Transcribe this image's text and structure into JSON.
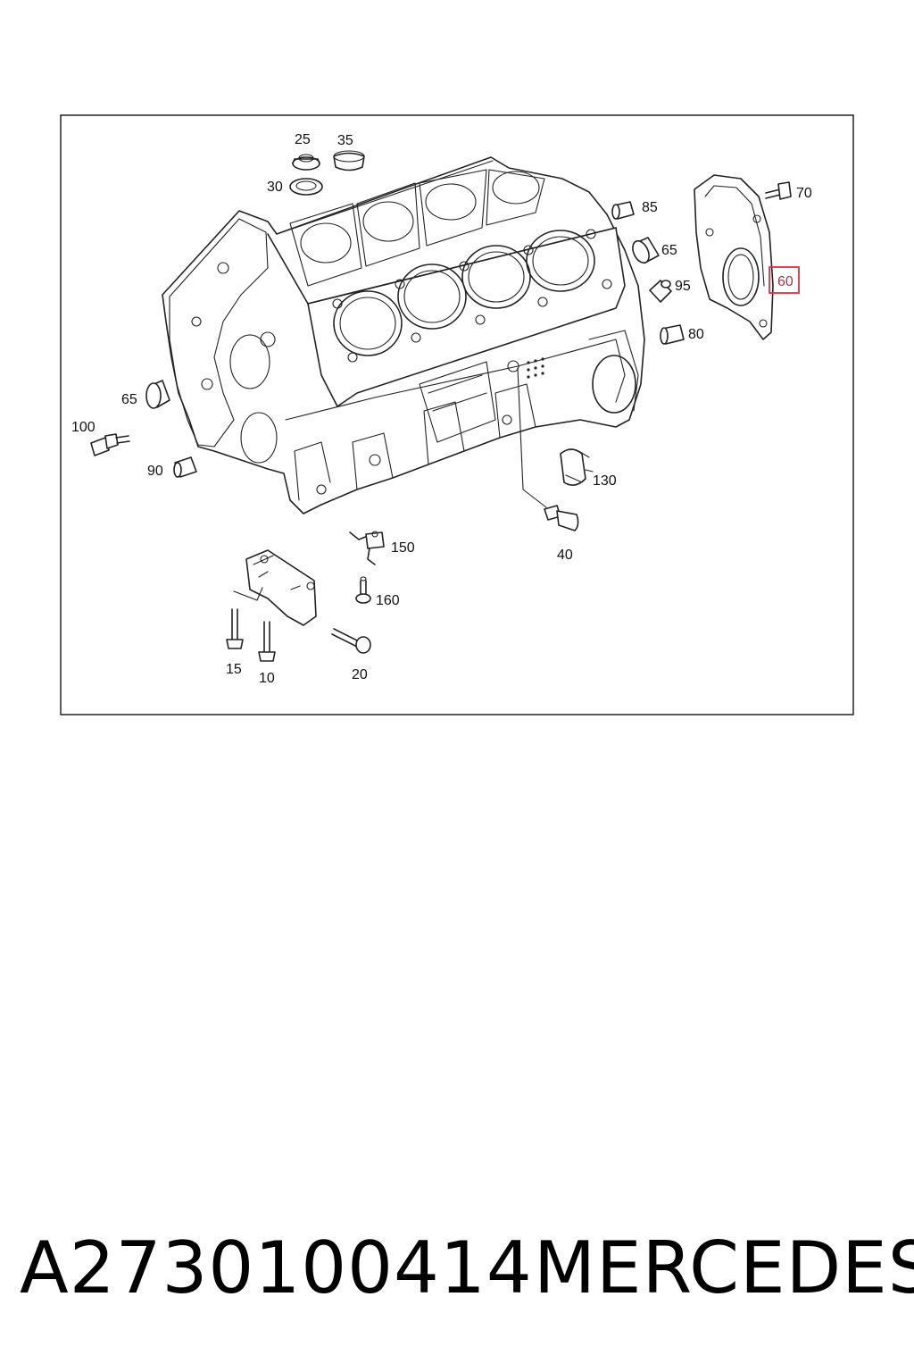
{
  "diagram": {
    "callouts": {
      "c25": "25",
      "c35": "35",
      "c30": "30",
      "c85": "85",
      "c70": "70",
      "c65a": "65",
      "c60": "60",
      "c95": "95",
      "c80": "80",
      "c65b": "65",
      "c100": "100",
      "c90": "90",
      "c130": "130",
      "c40": "40",
      "c150": "150",
      "c160": "160",
      "c15": "15",
      "c10": "10",
      "c20": "20"
    },
    "highlighted_callout": "60",
    "highlight_color": "#e03040"
  },
  "footer": {
    "part_number": "A2730100414",
    "brand": "MERCEDES"
  }
}
